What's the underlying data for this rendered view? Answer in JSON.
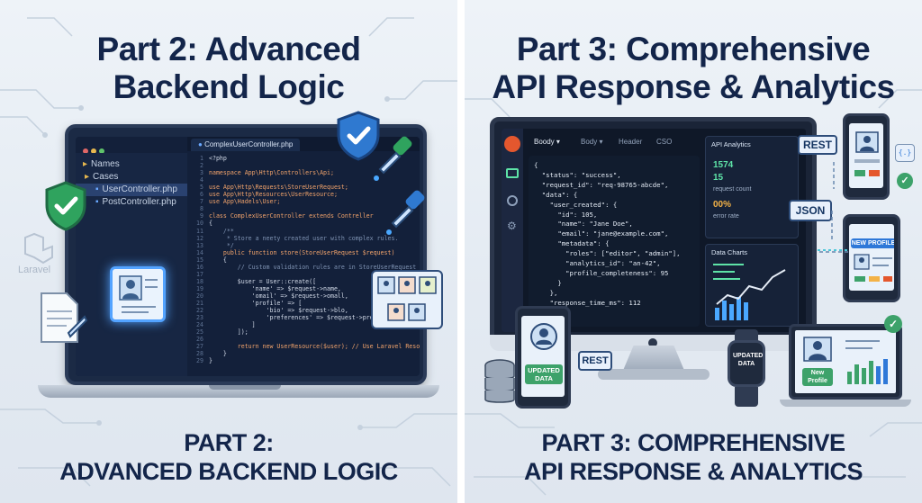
{
  "left": {
    "title_line1": "Part 2: Advanced",
    "title_line2": "Backend Logic",
    "bottom_line1": "PART 2:",
    "bottom_line2": "ADVANCED BACKEND LOGIC",
    "laravel_label": "Laravel",
    "ide": {
      "tab": "ComplexUserController.php",
      "tree": [
        {
          "label": "Names",
          "icon": "folder-open-icon"
        },
        {
          "label": "Cases",
          "icon": "folder-icon"
        },
        {
          "label": "UserController.php",
          "icon": "file-icon"
        },
        {
          "label": "PostController.php",
          "icon": "file-icon"
        }
      ],
      "code_lines": [
        "<?php",
        "",
        "namespace App\\Http\\Controllers\\Api;",
        "",
        "use App\\Http\\Requests\\StoreUserRequest;",
        "use App\\Http\\Resources\\UserResource;",
        "use App\\Hadels\\User;",
        "",
        "class ComplexUserController extends Contreller",
        "{",
        "    /**",
        "     * Store a neety created user with complex rules.",
        "     */",
        "    public function store(StoreUserRequest $request)",
        "    {",
        "        // Custom validation rules are in StoreUserRequest",
        "",
        "        $user = User::create([",
        "            'name' => $request->name,",
        "            'omail' => $request->omall,",
        "            'profile' => [",
        "                'bio' => $request->blo,",
        "                'preferences' => $request->preferences",
        "            ]",
        "        ]);",
        "",
        "        return new UserResource($user); // Use Laravel Resource",
        "    }",
        "}"
      ]
    }
  },
  "right": {
    "title_line1": "Part 3: Comprehensive",
    "title_line2": "API Response & Analytics",
    "bottom_line1": "PART 3: COMPREHENSIVE",
    "bottom_line2": "API RESPONSE & ANALYTICS",
    "tabs": [
      "Boody ▾",
      "Body ▾",
      "Header",
      "CSO"
    ],
    "json_lines": [
      "{",
      "  \"status\": \"success\",",
      "  \"request_id\": \"req-98765-abcde\",",
      "  \"data\": {",
      "    \"user_created\": {",
      "      \"id\": 105,",
      "      \"name\": \"Jane Doe\",",
      "      \"email\": \"jane@example.com\",",
      "      \"metadata\": {",
      "        \"roles\": [\"editor\", \"admin\"],",
      "        \"analytics_id\": \"an-42\",",
      "        \"profile_completeness\": 95",
      "      }",
      "    },",
      "    \"response_time_ms\": 112",
      "  }"
    ],
    "analytics": {
      "title": "API Analytics",
      "v1": "1574",
      "v2": "15",
      "v2_label": "request count",
      "v3": "00%",
      "v3_label": "error rate"
    },
    "charts_title": "Data Charts",
    "rest1": "REST",
    "json_label": "JSON",
    "rest2": "REST",
    "code_glyph": "{.}",
    "new_profile": "NEW PROFILE",
    "updated_data": "UPDATED DATA",
    "updated_data_watch": "UPDATED DATA",
    "new_profile_laptop": "New Profile"
  },
  "colors": {
    "navy": "#13254a",
    "green": "#3da26a",
    "blue": "#2e78d8",
    "teal": "#5ee3a7"
  }
}
